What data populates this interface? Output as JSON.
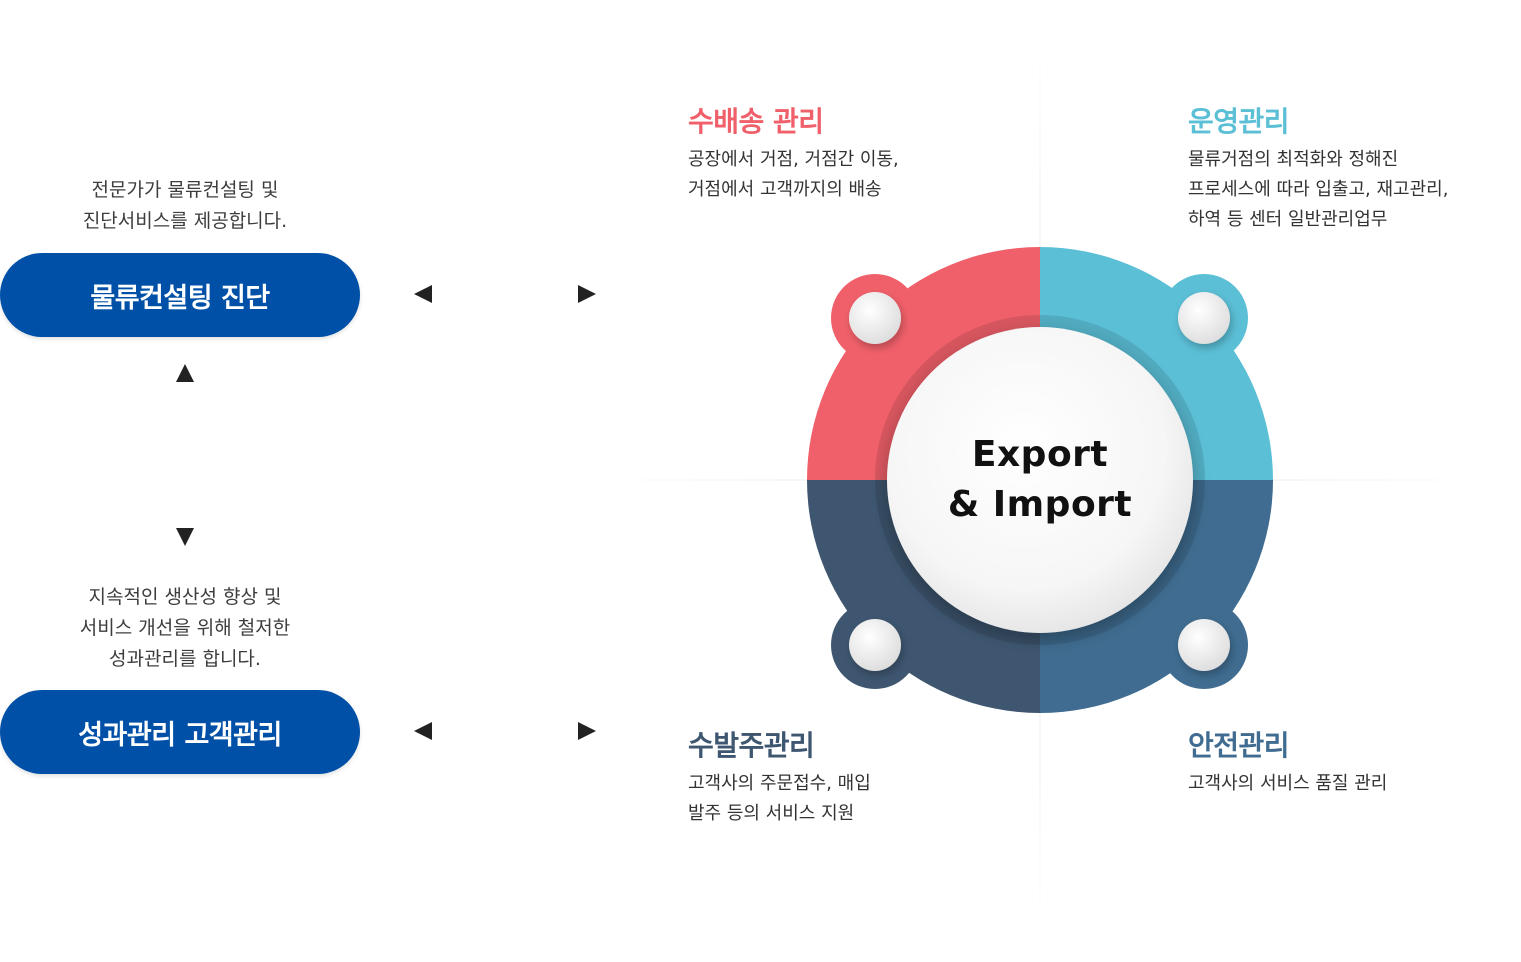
{
  "left": {
    "top_desc": [
      "전문가가 물류컨설팅 및",
      "진단서비스를 제공합니다."
    ],
    "top_button": "물류컨설팅 진단",
    "bottom_desc": [
      "지속적인 생산성 향상 및",
      "서비스 개선을 위해 철저한",
      "성과관리를 합니다."
    ],
    "bottom_button": "성과관리 고객관리"
  },
  "center": {
    "line1": "Export",
    "line2": "& Import"
  },
  "quadrants": {
    "top_left": {
      "title": "수배송 관리",
      "desc": [
        "공장에서 거점, 거점간 이동,",
        "거점에서 고객까지의 배송"
      ],
      "color": "#f0606a"
    },
    "top_right": {
      "title": "운영관리",
      "desc": [
        "물류거점의 최적화와 정해진",
        "프로세스에 따라 입출고, 재고관리,",
        "하역 등 센터 일반관리업무"
      ],
      "color": "#5bbfd6"
    },
    "bottom_left": {
      "title": "수발주관리",
      "desc": [
        "고객사의 주문접수, 매입",
        "발주 등의 서비스 지원"
      ],
      "color": "#3e5670"
    },
    "bottom_right": {
      "title": "안전관리",
      "desc": [
        "고객사의 서비스 품질 관리"
      ],
      "color": "#3f6c90"
    }
  },
  "colors": {
    "pill": "#0050a8",
    "red": "#f0606a",
    "cyan": "#5bbfd6",
    "navy": "#3e5670",
    "steel": "#3f6c90"
  }
}
